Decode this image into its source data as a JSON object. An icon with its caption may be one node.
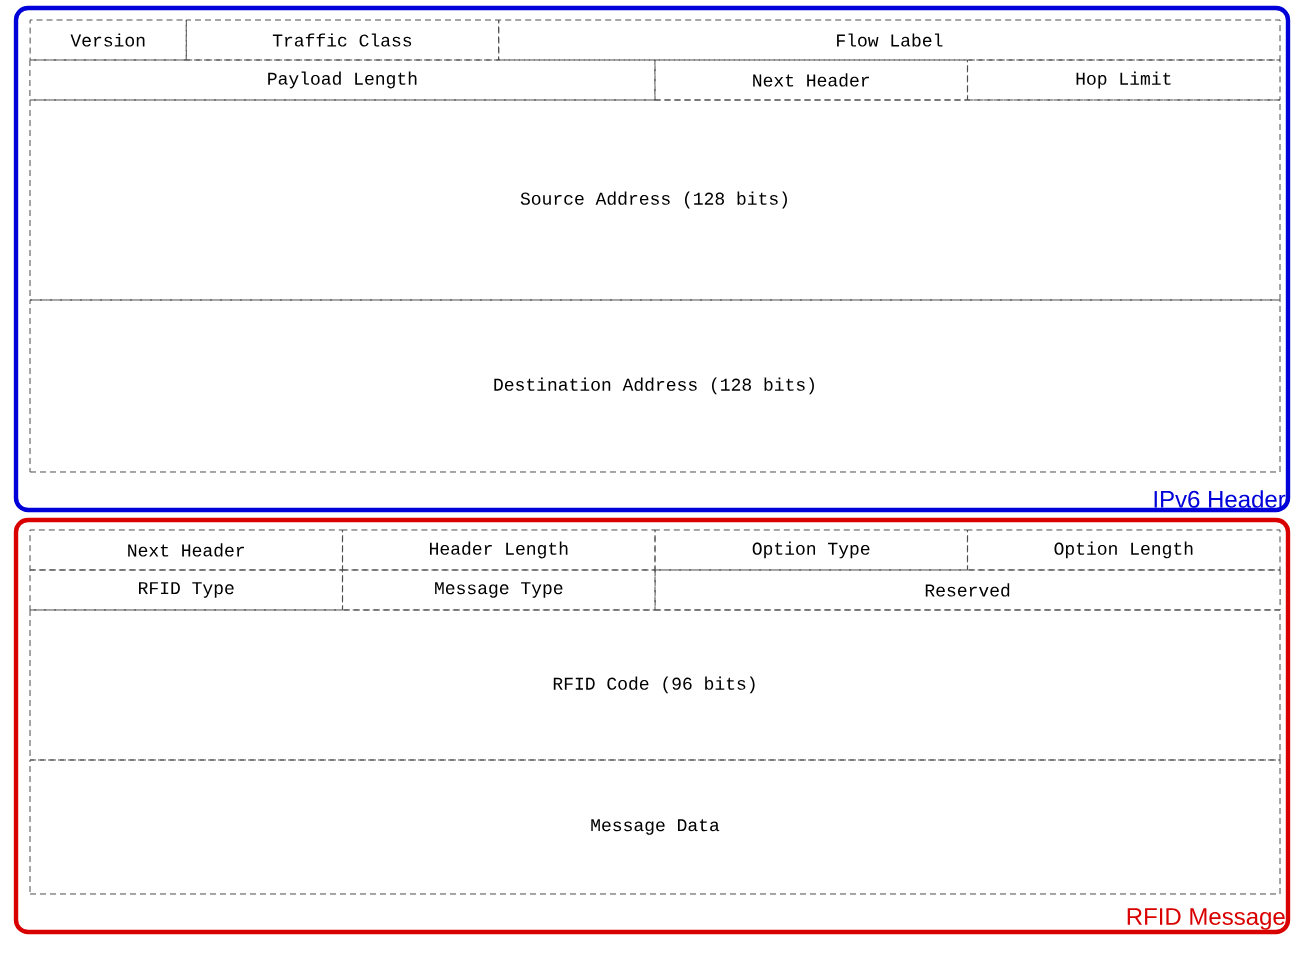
{
  "diagram": {
    "nodes": [
      {
        "text": [
          "IPv6 Header"
        ]
      },
      {
        "text": [
          "Version"
        ],
        "in": 0
      },
      {
        "text": [
          "Traffic Class"
        ],
        "in": 0
      },
      {
        "text": [
          "Flow Label"
        ],
        "in": 0
      },
      {
        "text": [
          "Payload Length"
        ],
        "in": 0
      },
      {
        "text": [
          "Next Header"
        ],
        "in": 0
      },
      {
        "text": [
          "Hop Limit"
        ],
        "in": 0
      },
      {
        "text": [
          "Source Address (128 bits)"
        ],
        "in": 0
      },
      {
        "text": [
          "Destination Address (128 bits)"
        ],
        "in": 0
      },
      {
        "text": [
          "RFID Message"
        ]
      },
      {
        "text": [
          "Next Header"
        ],
        "in": 9
      },
      {
        "text": [
          "Header Length"
        ],
        "in": 9
      },
      {
        "text": [
          "Option Type"
        ],
        "in": 9
      },
      {
        "text": [
          "Option Length"
        ],
        "in": 9
      },
      {
        "text": [
          "RFID Type"
        ],
        "in": 9
      },
      {
        "text": [
          "Message Type"
        ],
        "in": 9
      },
      {
        "text": [
          "Reserved"
        ],
        "in": 9
      },
      {
        "text": [
          "RFID Code (96 bits)"
        ],
        "in": 9
      },
      {
        "text": [
          "Message Data"
        ],
        "in": 9
      }
    ]
  }
}
